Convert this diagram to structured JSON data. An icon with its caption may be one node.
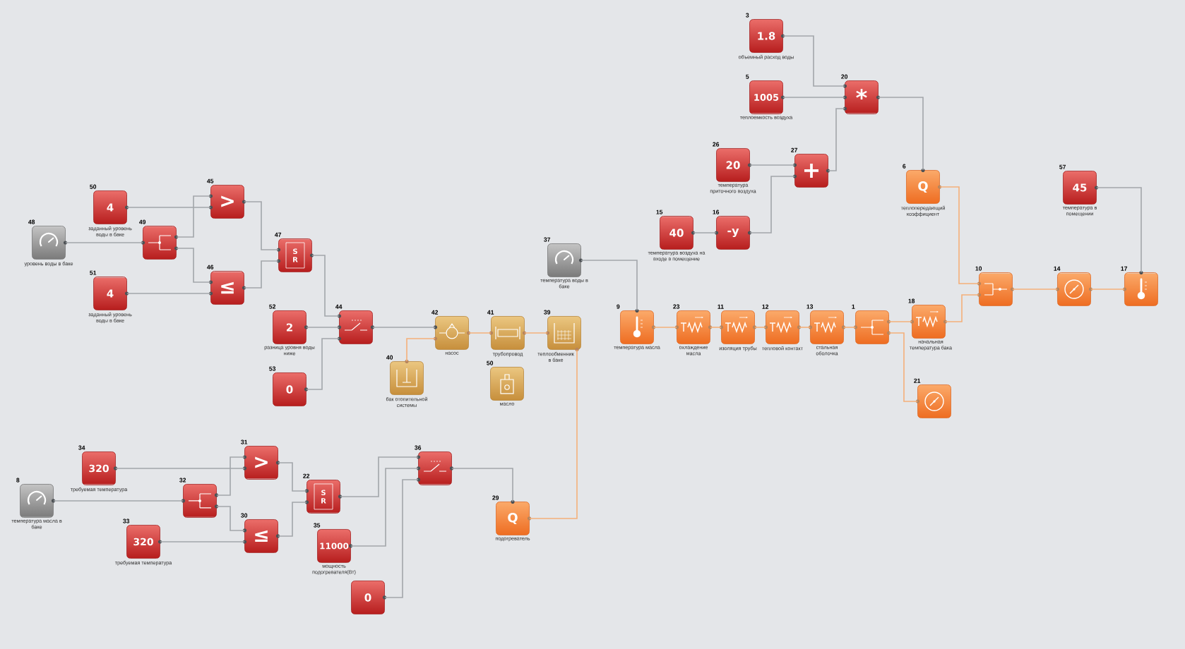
{
  "diagram": {
    "nodes": [
      {
        "text": [],
        "shape": "box",
        "beside": [
          "48",
          "уровень воды в баке"
        ]
      },
      {
        "text": [
          "4"
        ],
        "beside": [
          "50",
          "заданный уровень воды в баке"
        ]
      },
      {
        "text": [
          "4"
        ],
        "beside": [
          "51",
          "заданный уровень воды в баке"
        ]
      },
      {
        "text": [],
        "shape": "box",
        "beside": [
          "49"
        ]
      },
      {
        "text": [
          ">"
        ],
        "beside": [
          "45"
        ]
      },
      {
        "text": [
          "≤"
        ],
        "beside": [
          "46"
        ]
      },
      {
        "text": [
          "S",
          "R"
        ],
        "beside": [
          "47"
        ]
      },
      {
        "text": [
          "2"
        ],
        "beside": [
          "52",
          "разница уровня воды ниже"
        ]
      },
      {
        "text": [
          "0"
        ],
        "beside": [
          "53"
        ]
      },
      {
        "text": [],
        "shape": "box",
        "beside": [
          "44"
        ]
      },
      {
        "text": [],
        "shape": "box",
        "beside": [
          "40",
          "бак отопительной системы"
        ]
      },
      {
        "text": [],
        "shape": "box",
        "beside": [
          "42",
          "насос"
        ]
      },
      {
        "text": [],
        "shape": "box",
        "beside": [
          "41",
          "трубопровод"
        ]
      },
      {
        "text": [],
        "shape": "box",
        "beside": [
          "50",
          "масло"
        ]
      },
      {
        "text": [],
        "shape": "box",
        "beside": [
          "37",
          "температура воды в баке"
        ]
      },
      {
        "text": [],
        "shape": "box",
        "beside": [
          "39",
          "теплообменник в баке"
        ]
      },
      {
        "text": [],
        "shape": "box",
        "beside": [
          "9",
          "температура масла"
        ]
      },
      {
        "text": [],
        "shape": "box",
        "beside": [
          "23",
          "охлаждение масла"
        ]
      },
      {
        "text": [],
        "shape": "box",
        "beside": [
          "11",
          "изоляция трубы"
        ]
      },
      {
        "text": [],
        "shape": "box",
        "beside": [
          "12",
          "тепловой контакт"
        ]
      },
      {
        "text": [],
        "shape": "box",
        "beside": [
          "13",
          "стальная оболочка"
        ]
      },
      {
        "text": [],
        "shape": "box",
        "beside": [
          "1"
        ]
      },
      {
        "text": [],
        "shape": "box",
        "beside": [
          "18",
          "начальная температура бака"
        ]
      },
      {
        "text": [],
        "shape": "box",
        "beside": [
          "21"
        ]
      },
      {
        "text": [
          "1.8"
        ],
        "beside": [
          "3",
          "объемный расход воды"
        ]
      },
      {
        "text": [
          "1005"
        ],
        "beside": [
          "5",
          "теплоемкость воздуха"
        ]
      },
      {
        "text": [
          "*"
        ],
        "beside": [
          "20"
        ]
      },
      {
        "text": [
          "20"
        ],
        "beside": [
          "26",
          "температура приточного воздуха"
        ]
      },
      {
        "text": [
          "+"
        ],
        "beside": [
          "27"
        ]
      },
      {
        "text": [
          "40"
        ],
        "beside": [
          "15",
          "температура воздуха на входе в помещение"
        ]
      },
      {
        "text": [
          "-y"
        ],
        "beside": [
          "16"
        ]
      },
      {
        "text": [
          "Q"
        ],
        "beside": [
          "6",
          "теплопередающий коэффициент"
        ]
      },
      {
        "text": [
          "45"
        ],
        "beside": [
          "57",
          "температура в помещении"
        ]
      },
      {
        "text": [],
        "shape": "box",
        "beside": [
          "10"
        ]
      },
      {
        "text": [],
        "shape": "box",
        "beside": [
          "14"
        ]
      },
      {
        "text": [],
        "shape": "box",
        "beside": [
          "17"
        ]
      },
      {
        "text": [],
        "shape": "box",
        "beside": [
          "8",
          "температура масла в баке"
        ]
      },
      {
        "text": [
          "320"
        ],
        "beside": [
          "34",
          "требуемая температура"
        ]
      },
      {
        "text": [
          "320"
        ],
        "beside": [
          "33",
          "требуемая температура"
        ]
      },
      {
        "text": [],
        "shape": "box",
        "beside": [
          "32"
        ]
      },
      {
        "text": [
          ">"
        ],
        "beside": [
          "31"
        ]
      },
      {
        "text": [
          "≤"
        ],
        "beside": [
          "30"
        ]
      },
      {
        "text": [
          "S",
          "R"
        ],
        "beside": [
          "22"
        ]
      },
      {
        "text": [
          "11000"
        ],
        "beside": [
          "35",
          "мощность подогревателя(Вт)"
        ]
      },
      {
        "text": [
          "0"
        ]
      },
      {
        "text": [],
        "shape": "box",
        "beside": [
          "36"
        ]
      },
      {
        "text": [
          "Q"
        ],
        "beside": [
          "29",
          "подогреватель"
        ]
      }
    ],
    "edges": [
      {
        "from": 0,
        "to": 3,
        "arrow": "none"
      },
      {
        "from": 1,
        "to": 4,
        "arrow": "none"
      },
      {
        "from": 3,
        "to": 4,
        "arrow": "none"
      },
      {
        "from": 3,
        "to": 5,
        "arrow": "none"
      },
      {
        "from": 2,
        "to": 5,
        "arrow": "none"
      },
      {
        "from": 4,
        "to": 6,
        "arrow": "none"
      },
      {
        "from": 5,
        "to": 6,
        "arrow": "none"
      },
      {
        "from": 6,
        "to": 9,
        "arrow": "none"
      },
      {
        "from": 7,
        "to": 9,
        "arrow": "none"
      },
      {
        "from": 8,
        "to": 9,
        "arrow": "none"
      },
      {
        "from": 9,
        "to": 11,
        "arrow": "none"
      },
      {
        "from": 10,
        "to": 11,
        "arrow": "none",
        "color": "#f4b07a"
      },
      {
        "from": 11,
        "to": 12,
        "arrow": "none",
        "color": "#f4b07a"
      },
      {
        "from": 12,
        "to": 15,
        "arrow": "none",
        "color": "#f4b07a"
      },
      {
        "from": 14,
        "to": 16,
        "arrow": "none"
      },
      {
        "from": 16,
        "to": 17,
        "arrow": "none",
        "color": "#f4b07a"
      },
      {
        "from": 17,
        "to": 18,
        "arrow": "none",
        "color": "#f4b07a"
      },
      {
        "from": 18,
        "to": 19,
        "arrow": "none",
        "color": "#f4b07a"
      },
      {
        "from": 19,
        "to": 20,
        "arrow": "none",
        "color": "#f4b07a"
      },
      {
        "from": 20,
        "to": 21,
        "arrow": "none",
        "color": "#f4b07a"
      },
      {
        "from": 21,
        "to": 22,
        "arrow": "none",
        "color": "#f4b07a"
      },
      {
        "from": 21,
        "to": 23,
        "arrow": "none",
        "color": "#f4b07a"
      },
      {
        "from": 24,
        "to": 26,
        "arrow": "none"
      },
      {
        "from": 25,
        "to": 26,
        "arrow": "none"
      },
      {
        "from": 28,
        "to": 26,
        "arrow": "none"
      },
      {
        "from": 27,
        "to": 28,
        "arrow": "none"
      },
      {
        "from": 30,
        "to": 28,
        "arrow": "none"
      },
      {
        "from": 29,
        "to": 30,
        "arrow": "none"
      },
      {
        "from": 26,
        "to": 31,
        "arrow": "none"
      },
      {
        "from": 31,
        "to": 33,
        "arrow": "none",
        "color": "#f4b07a"
      },
      {
        "from": 22,
        "to": 33,
        "arrow": "none",
        "color": "#f4b07a"
      },
      {
        "from": 33,
        "to": 34,
        "arrow": "none",
        "color": "#f4b07a"
      },
      {
        "from": 34,
        "to": 35,
        "arrow": "none",
        "color": "#f4b07a"
      },
      {
        "from": 32,
        "to": 35,
        "arrow": "none"
      },
      {
        "from": 36,
        "to": 39,
        "arrow": "none"
      },
      {
        "from": 37,
        "to": 40,
        "arrow": "none"
      },
      {
        "from": 39,
        "to": 40,
        "arrow": "none"
      },
      {
        "from": 39,
        "to": 41,
        "arrow": "none"
      },
      {
        "from": 38,
        "to": 41,
        "arrow": "none"
      },
      {
        "from": 40,
        "to": 42,
        "arrow": "none"
      },
      {
        "from": 41,
        "to": 42,
        "arrow": "none"
      },
      {
        "from": 42,
        "to": 45,
        "arrow": "none"
      },
      {
        "from": 43,
        "to": 45,
        "arrow": "none"
      },
      {
        "from": 44,
        "to": 45,
        "arrow": "none"
      },
      {
        "from": 45,
        "to": 46,
        "arrow": "none"
      },
      {
        "from": 46,
        "to": 15,
        "arrow": "none",
        "color": "#f4b07a"
      }
    ]
  }
}
